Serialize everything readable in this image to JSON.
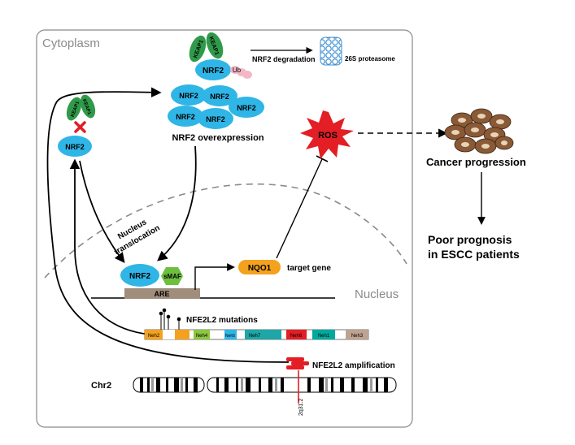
{
  "compartments": {
    "cytoplasm": "Cytoplasm",
    "nucleus": "Nucleus"
  },
  "proteins": {
    "keap1": "KEAP1",
    "nrf2": "NRF2",
    "ub": "Ub",
    "smaf": "sMAF",
    "are": "ARE",
    "nqo1": "NQO1",
    "ros": "ROS"
  },
  "labels": {
    "nrf2_degradation": "NRF2 degradation",
    "proteasome": "26S proteasome",
    "nrf2_overexpression": "NRF2 overexpression",
    "nucleus_translocation_1": "Nucleus",
    "nucleus_translocation_2": "translocation",
    "target_gene": "target gene",
    "mutations": "NFE2L2 mutations",
    "amplification": "NFE2L2 amplification",
    "chr": "Chr2",
    "band": "2q31.2",
    "cancer_progression": "Cancer progression",
    "prognosis_1": "Poor prognosis",
    "prognosis_2": "in ESCC patients"
  },
  "domains": [
    "Neh2",
    "Neh4",
    "Neh5",
    "Neh7",
    "Neh6",
    "Neh1",
    "Neh3"
  ],
  "colors": {
    "nrf2": "#2fb5e6",
    "keap1": "#2f9a4a",
    "smaf": "#6cbf3f",
    "nqo1": "#f4a21e",
    "ros": "#e31e24",
    "are": "#a08d7b",
    "ub": "#f4b7c6",
    "proteasome": "#3f8fd0",
    "inhibit": "#e31e24",
    "cancer_cell": "#8a5a36"
  }
}
